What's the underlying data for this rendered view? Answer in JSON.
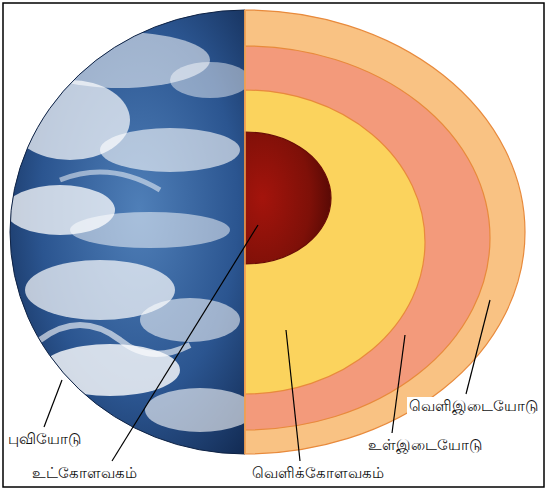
{
  "diagram": {
    "labels": [
      "வெளிஇடையோடு",
      "உள்இடையோடு",
      "புவியோடு",
      "உட்கோளவகம்",
      "வெளிக்கோளவகம்"
    ]
  }
}
